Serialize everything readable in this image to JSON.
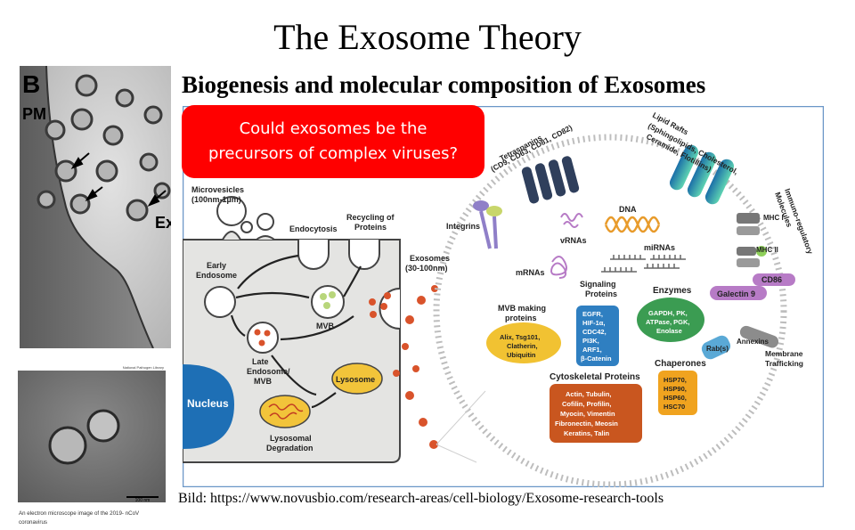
{
  "slide": {
    "title": "The Exosome Theory",
    "subtitle": "Biogenesis and molecular composition of Exosomes",
    "callout": [
      "Could exosomes be the",
      "precursors of complex viruses?"
    ],
    "credit": "Bild:  https://www.novusbio.com/research-areas/cell-biology/Exosome-research-tools"
  },
  "em_image": {
    "panel_letter": "B",
    "pm_label": "PM",
    "ex_label": "Ex"
  },
  "em_image2": {
    "source": "National Pathogen Library",
    "scale": "100 nm",
    "caption_line1": "An electron microscope image of the 2019- nCoV",
    "caption_line2": "coronavirus"
  },
  "cell": {
    "microvesicles": [
      "Microvesicles",
      "(100nm-1µm)"
    ],
    "endocytosis": "Endocytosis",
    "recycling": [
      "Recycling of",
      "Proteins"
    ],
    "early_endosome": [
      "Early",
      "Endosome"
    ],
    "mvb": "MVB",
    "late_endosome": [
      "Late",
      "Endosome/",
      "MVB"
    ],
    "nucleus": "Nucleus",
    "lysosome": "Lysosome",
    "lysosomal_degradation": [
      "Lysosomal",
      "Degradation"
    ]
  },
  "exosome": {
    "label": [
      "Exosomes",
      "(30-100nm)"
    ],
    "tetraspanins": [
      "Tetraspanins",
      "(CD9, CD63, CD81, CD82)"
    ],
    "lipid_rafts": [
      "Lipid Rafts",
      "(Sphingolipids, Cholesterol,",
      "Ceramide, Flotillins)"
    ],
    "integrins": "Integrins",
    "vrnas": "vRNAs",
    "dna": "DNA",
    "mirnas": "miRNAs",
    "mrnas": "mRNAs",
    "immuno": [
      "Immuno-regulatory",
      "Molecules"
    ],
    "mhc1": "MHC I",
    "mhc2": "MHC II",
    "cd86": "CD86",
    "galectin": "Galectin 9",
    "signaling_title": [
      "Signaling",
      "Proteins"
    ],
    "signaling_items": [
      "EGFR,",
      "HIF-1α,",
      "CDC42,",
      "PI3K,",
      "ARF1,",
      "β-Catenin"
    ],
    "enzymes_title": "Enzymes",
    "enzymes_items": [
      "GAPDH, PK,",
      "ATPase, PGK,",
      "Enolase"
    ],
    "mvb_title": [
      "MVB making",
      "proteins"
    ],
    "mvb_items": [
      "Alix, Tsg101,",
      "Clatherin,",
      "Ubiquitin"
    ],
    "annexins": "Annexins",
    "rabs": "Rab(s)",
    "membrane_trafficking": [
      "Membrane",
      "Trafficking"
    ],
    "chaperones_title": "Chaperones",
    "chaperones_items": [
      "HSP70,",
      "HSP90,",
      "HSP60,",
      "HSC70"
    ],
    "cytoskeletal_title": "Cytoskeletal Proteins",
    "cytoskeletal_items": [
      "Actin, Tubulin,",
      "Cofilin, Profilin,",
      "Myocin, Vimentin",
      "Fibronectin, Meosin",
      "Keratins, Talin"
    ]
  },
  "colors": {
    "callout_bg": "#ff0000",
    "cell_fill": "#e4e4e2",
    "nucleus": "#1e6fb5",
    "lysosome": "#f2c43a",
    "vesicle_dot": "#d9532b",
    "signaling": "#2f7fc1",
    "enzymes": "#3b9c52",
    "mvb_proteins": "#f1c232",
    "chaperones": "#f0a31f",
    "cytoskeletal": "#c9561f",
    "tetraspanin": "#2f3f5c",
    "lipid_raft": "#2a9ec4",
    "galectin": "#b77bc6",
    "rabs": "#5aa9d6"
  }
}
